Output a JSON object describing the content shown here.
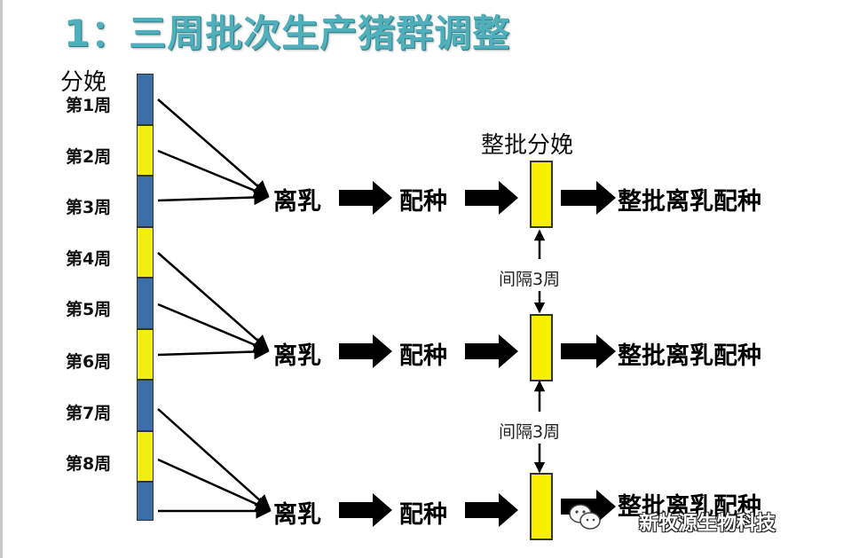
{
  "title": "1：三周批次生产猪群调整",
  "farrowing_label": "分娩",
  "weeks": [
    "第1周",
    "第2周",
    "第3周",
    "第4周",
    "第5周",
    "第6周",
    "第7周",
    "第8周"
  ],
  "rows": [
    {
      "weaning": "离乳",
      "breeding": "配种",
      "batch": "整批离乳配种"
    },
    {
      "weaning": "离乳",
      "breeding": "配种",
      "batch": "整批离乳配种"
    },
    {
      "weaning": "离乳",
      "breeding": "配种",
      "batch": "整批离乳配种"
    }
  ],
  "batch_farrowing_label": "整批分娩",
  "interval_labels": [
    "间隔3周",
    "间隔3周"
  ],
  "watermark": "新牧源生物科技",
  "colors": {
    "title": "#4fb0bb",
    "blue_segment": "#3c6fa8",
    "yellow_segment": "#f1ee12",
    "batch_box": "#f7ef00"
  }
}
